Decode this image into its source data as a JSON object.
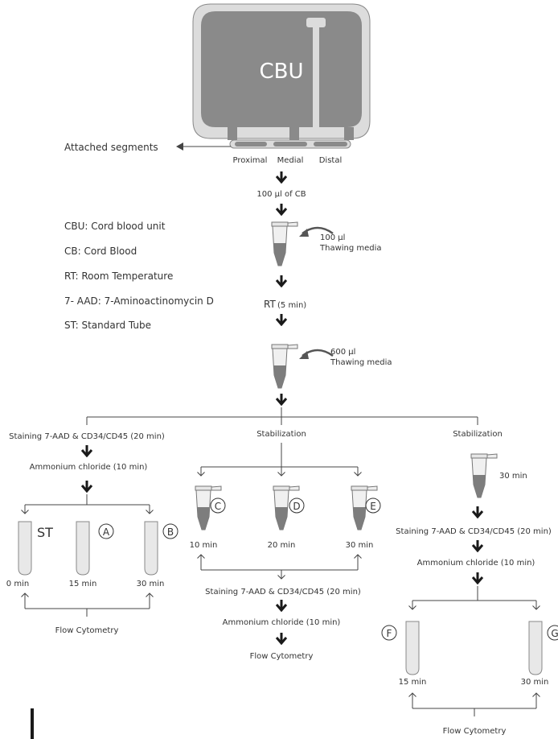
{
  "cbu": {
    "bag_label": "CBU",
    "attached_segments": "Attached segments",
    "segments": [
      "Proximal",
      "Medial",
      "Distal"
    ]
  },
  "legend": [
    "CBU: Cord blood unit",
    "CB: Cord Blood",
    "RT: Room Temperature",
    "7- AAD: 7-Aminoactinomycin D",
    "ST: Standard Tube"
  ],
  "main": {
    "sample": "100 µl of CB",
    "add1_volume": "100 µl",
    "add1_media": "Thawing media",
    "rt_label": "RT",
    "rt_time": "(5 min)",
    "add2_volume": "600 µl",
    "add2_media": "Thawing media"
  },
  "left_branch": {
    "staining": "Staining 7-AAD & CD34/CD45 (20 min)",
    "lysis": "Ammonium chloride (10 min)",
    "tubes": [
      {
        "label": "ST",
        "time": "0 min"
      },
      {
        "label": "A",
        "time": "15 min"
      },
      {
        "label": "B",
        "time": "30 min"
      }
    ],
    "readout": "Flow Cytometry"
  },
  "middle_branch": {
    "title": "Stabilization",
    "tubes": [
      {
        "label": "C",
        "time": "10 min"
      },
      {
        "label": "D",
        "time": "20 min"
      },
      {
        "label": "E",
        "time": "30 min"
      }
    ],
    "staining": "Staining 7-AAD & CD34/CD45 (20 min)",
    "lysis": "Ammonium chloride (10 min)",
    "readout": "Flow Cytometry"
  },
  "right_branch": {
    "title": "Stabilization",
    "tube_time": "30 min",
    "staining": "Staining 7-AAD & CD34/CD45 (20 min)",
    "lysis": "Ammonium chloride (10 min)",
    "tubes": [
      {
        "label": "F",
        "time": "15 min"
      },
      {
        "label": "G",
        "time": "30 min"
      }
    ],
    "readout": "Flow Cytometry"
  },
  "colors": {
    "bag": "#8a8a8a",
    "bag_frame": "#dcdcdc",
    "tube_fill": "#7d7d7d",
    "arrow": "#1a1a1a"
  }
}
